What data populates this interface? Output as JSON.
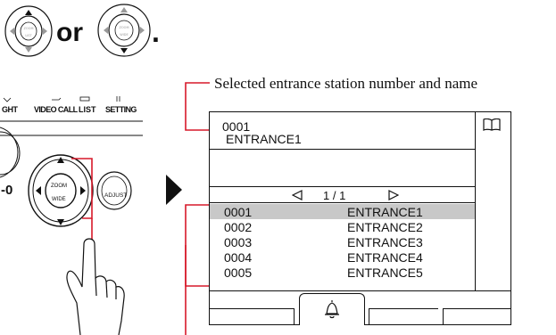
{
  "intro": {
    "connector": "or",
    "period": "."
  },
  "panel": {
    "label_night": "GHT",
    "label_video_call": "VIDEO CALL",
    "label_list": "LIST",
    "label_settings": "SETTING",
    "label_left_button": "-0",
    "label_zoom": "ZOOM",
    "label_wide": "WIDE",
    "label_adjust": "ADJUST"
  },
  "callouts": {
    "selected_station": "Selected entrance station number and name"
  },
  "screen": {
    "selected_number": "0001",
    "selected_name": "ENTRANCE1",
    "page_indicator": "1 / 1",
    "list": [
      {
        "number": "0001",
        "name": "ENTRANCE1",
        "highlighted": true
      },
      {
        "number": "0002",
        "name": "ENTRANCE2",
        "highlighted": false
      },
      {
        "number": "0003",
        "name": "ENTRANCE3",
        "highlighted": false
      },
      {
        "number": "0004",
        "name": "ENTRANCE4",
        "highlighted": false
      },
      {
        "number": "0005",
        "name": "ENTRANCE5",
        "highlighted": false
      }
    ]
  },
  "colors": {
    "callout_red": "#d7192a",
    "highlight_gray": "#c8c8c8",
    "frame": "#111111"
  },
  "icons": [
    "dpad-top-icon",
    "dpad-down-icon",
    "book-icon",
    "bell-icon",
    "arrow-right-icon",
    "hand-pointer-icon"
  ]
}
